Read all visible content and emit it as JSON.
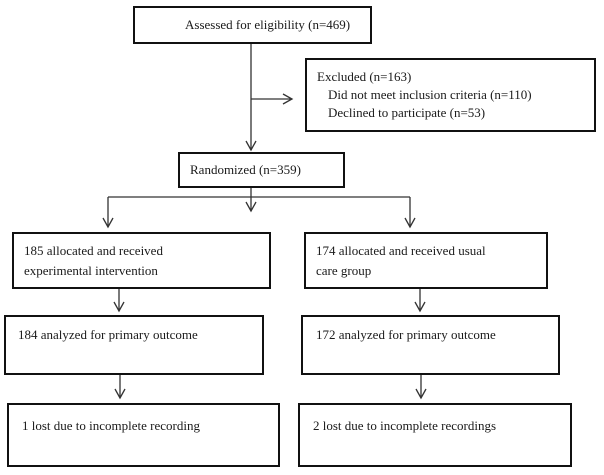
{
  "nodes": {
    "assessed": {
      "lines": [
        "Assessed for eligibility (n=469)"
      ]
    },
    "excluded": {
      "title": "Excluded (n=163)",
      "reasons": [
        "Did not meet inclusion criteria (n=110)",
        "Declined to participate (n=53)"
      ]
    },
    "randomized": {
      "lines": [
        "Randomized (n=359)"
      ]
    },
    "experimental_allocation": {
      "lines": [
        "185 allocated and received",
        "experimental intervention"
      ]
    },
    "usual_care_allocation": {
      "lines": [
        "174 allocated and received usual",
        "care group"
      ]
    },
    "experimental_analyzed": {
      "lines": [
        "184 analyzed for primary outcome"
      ]
    },
    "usual_care_analyzed": {
      "lines": [
        "172 analyzed for primary outcome"
      ]
    },
    "experimental_lost": {
      "lines": [
        "1 lost due to incomplete recording"
      ]
    },
    "usual_care_lost": {
      "lines": [
        "2 lost due to incomplete recordings"
      ]
    }
  },
  "colors": {
    "border": "#111111",
    "connector": "#333333",
    "text": "#1a1a1a"
  }
}
